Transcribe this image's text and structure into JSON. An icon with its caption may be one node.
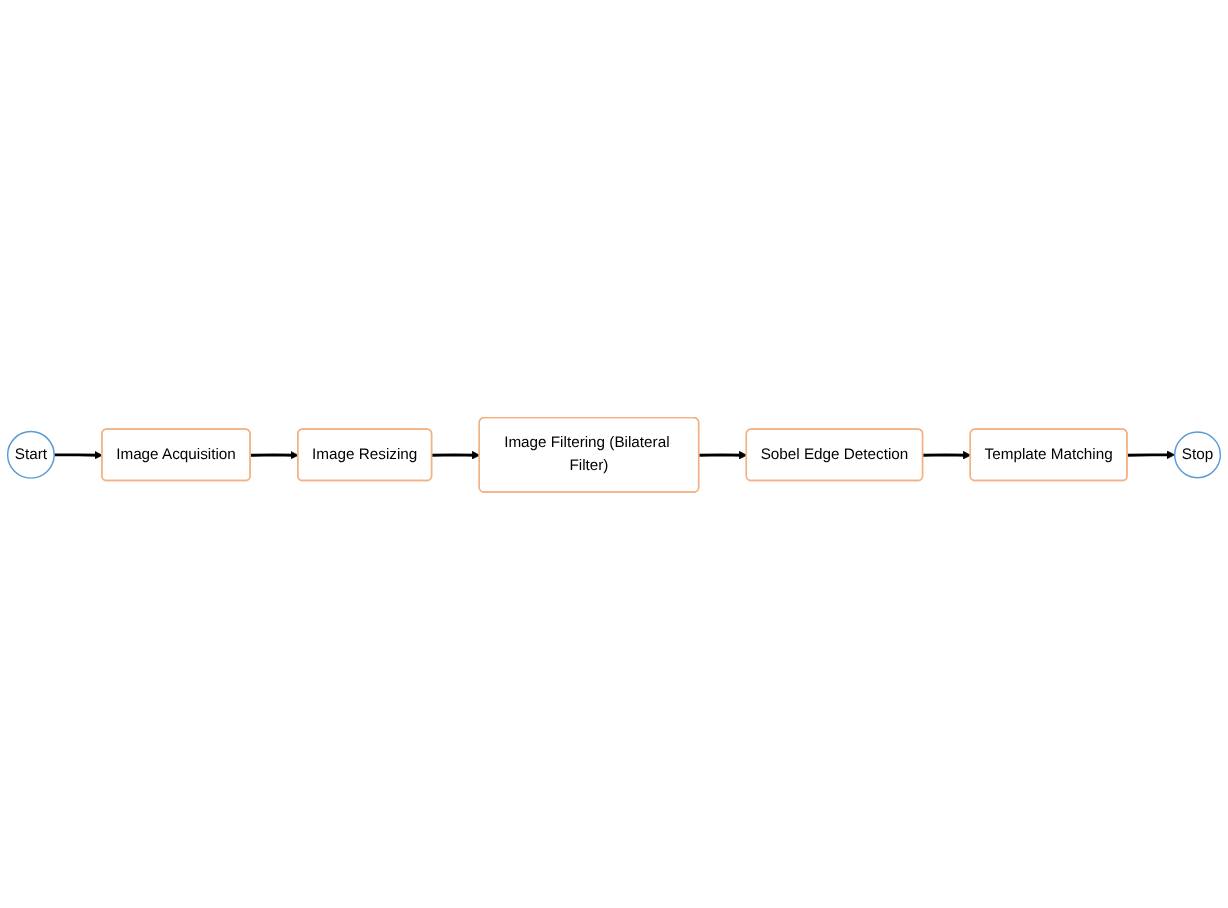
{
  "diagram": {
    "nodes": [
      {
        "text": [
          "Start"
        ]
      },
      {
        "text": [
          "Image Acquisition"
        ]
      },
      {
        "text": [
          "Image Resizing"
        ]
      },
      {
        "text": [
          "Image Filtering (Bilateral Filter)"
        ]
      },
      {
        "text": [
          "Sobel Edge Detection"
        ]
      },
      {
        "text": [
          "Template Matching"
        ]
      },
      {
        "text": [
          "Stop"
        ]
      }
    ],
    "edges": [
      {
        "from": 0,
        "to": 1,
        "arrow": "to"
      },
      {
        "from": 1,
        "to": 2,
        "arrow": "to"
      },
      {
        "from": 2,
        "to": 3,
        "arrow": "to"
      },
      {
        "from": 3,
        "to": 4,
        "arrow": "to"
      },
      {
        "from": 4,
        "to": 5,
        "arrow": "to"
      },
      {
        "from": 5,
        "to": 6,
        "arrow": "to"
      }
    ]
  }
}
